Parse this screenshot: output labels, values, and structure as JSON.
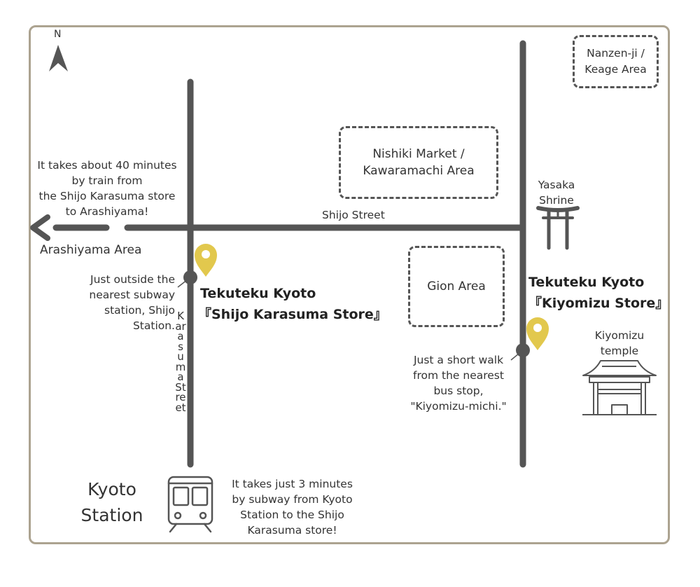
{
  "compass": {
    "label": "N"
  },
  "areas": {
    "nanzenji": {
      "line1": "Nanzen-ji /",
      "line2": "Keage Area"
    },
    "nishiki": {
      "line1": "Nishiki Market /",
      "line2": "Kawaramachi Area"
    },
    "gion": {
      "line1": "Gion Area"
    },
    "arashiyama": {
      "label": "Arashiyama Area"
    }
  },
  "streets": {
    "shijo": "Shijo Street",
    "karasuma": "Karasuma Street"
  },
  "landmarks": {
    "yasaka": {
      "line1": "Yasaka",
      "line2": "Shrine"
    },
    "kiyomizu_temple": {
      "line1": "Kiyomizu",
      "line2": "temple"
    },
    "kyoto_station": {
      "line1": "Kyoto",
      "line2": "Station"
    }
  },
  "stores": {
    "shijo_karasuma": {
      "line1": "Tekuteku Kyoto",
      "line2": "『Shijo Karasuma Store』"
    },
    "kiyomizu": {
      "line1": "Tekuteku Kyoto",
      "line2": "『Kiyomizu Store』"
    }
  },
  "notes": {
    "arashiyama": [
      "It takes about 40 minutes",
      "by train from",
      "the Shijo Karasuma store",
      "to Arashiyama!"
    ],
    "shijo_station": [
      "Just outside the",
      "nearest subway",
      "station, Shijo",
      "Station."
    ],
    "kiyomizu_bus": [
      "Just a short walk",
      "from the nearest",
      "bus stop,",
      "\"Kiyomizu-michi.\""
    ],
    "kyoto_station": [
      "It takes just 3 minutes",
      "by subway from Kyoto",
      "Station to the Shijo",
      "Karasuma store!"
    ]
  },
  "colors": {
    "frame": "#aca390",
    "road": "#555555",
    "pin": "#e2c84d",
    "text": "#333333"
  }
}
